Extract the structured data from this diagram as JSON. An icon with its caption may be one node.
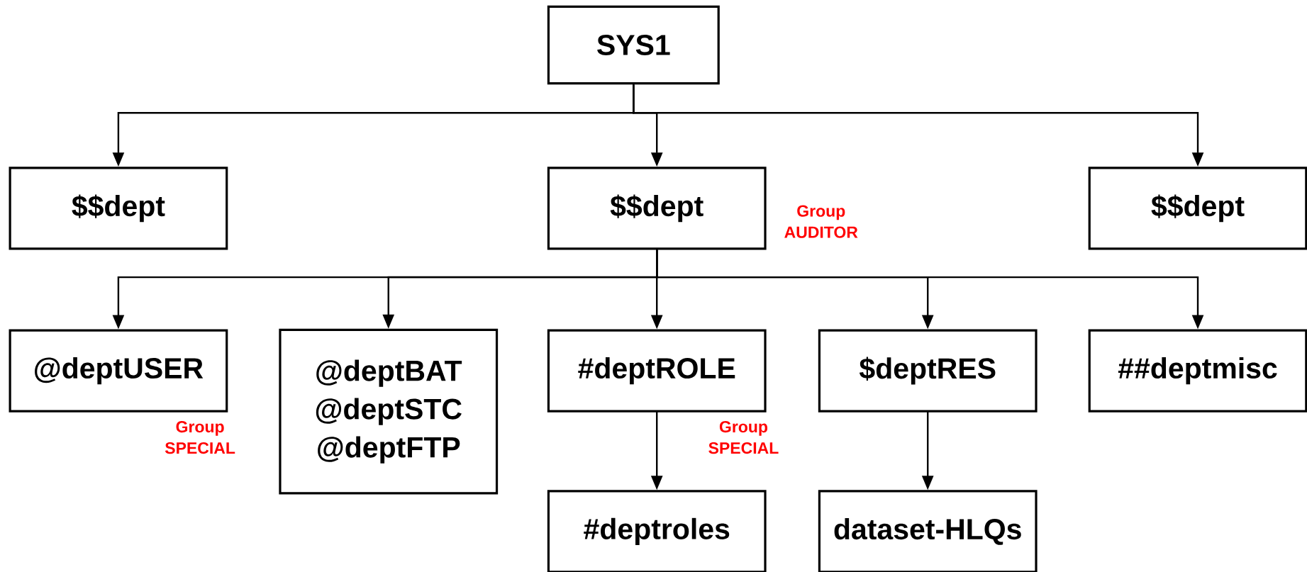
{
  "diagram": {
    "nodes": [
      {
        "text": [
          "SYS1"
        ]
      },
      {
        "text": [
          "$$dept"
        ]
      },
      {
        "text": [
          "$$dept"
        ],
        "beside": [
          "Group AUDITOR"
        ]
      },
      {
        "text": [
          "$$dept"
        ]
      },
      {
        "text": [
          "@deptUSER"
        ],
        "beside": [
          "Group SPECIAL"
        ]
      },
      {
        "text": [
          "@deptBAT @deptSTC @deptFTP"
        ]
      },
      {
        "text": [
          "#deptROLE"
        ],
        "beside": [
          "Group SPECIAL"
        ]
      },
      {
        "text": [
          "$deptRES"
        ]
      },
      {
        "text": [
          "##deptmisc"
        ]
      },
      {
        "text": [
          "#deptroles"
        ]
      },
      {
        "text": [
          "dataset-HLQs"
        ]
      }
    ],
    "edges": [
      {
        "from": 0,
        "to": 1,
        "arrow": "to"
      },
      {
        "from": 0,
        "to": 2,
        "arrow": "to"
      },
      {
        "from": 0,
        "to": 3,
        "arrow": "to"
      },
      {
        "from": 2,
        "to": 4,
        "arrow": "to"
      },
      {
        "from": 2,
        "to": 5,
        "arrow": "to"
      },
      {
        "from": 2,
        "to": 6,
        "arrow": "to"
      },
      {
        "from": 2,
        "to": 7,
        "arrow": "to"
      },
      {
        "from": 2,
        "to": 8,
        "arrow": "to"
      },
      {
        "from": 6,
        "to": 9,
        "arrow": "to"
      },
      {
        "from": 7,
        "to": 10,
        "arrow": "to"
      }
    ]
  }
}
